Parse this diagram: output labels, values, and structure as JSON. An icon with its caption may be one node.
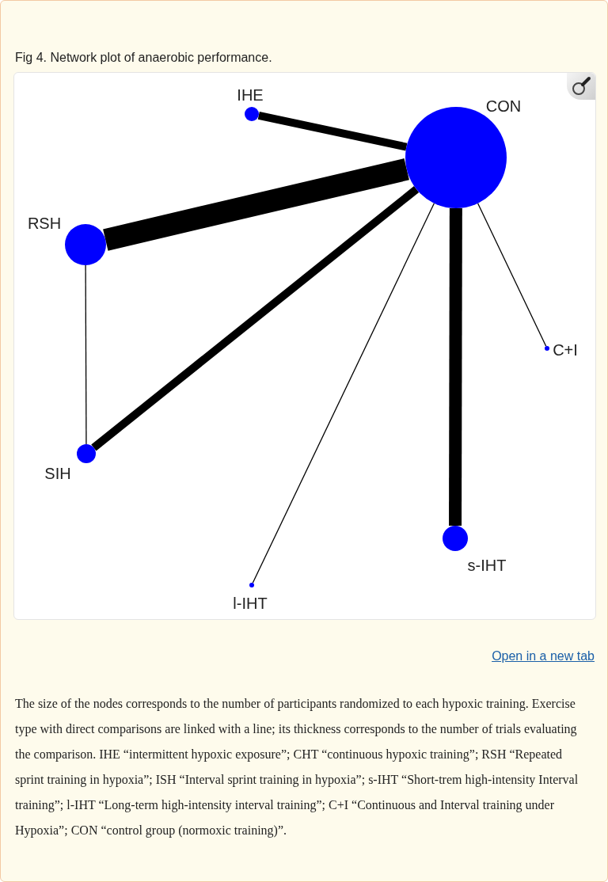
{
  "diagram": {
    "title": "Fig 4. Network plot of anaerobic performance.",
    "caption": "The size of the nodes corresponds to the number of participants randomized to each hypoxic training. Exercise type with direct comparisons are linked with a line; its thickness corresponds to the number of trials evaluating the comparison. IHE “intermittent hypoxic exposure”; CHT “continuous hypoxic training”; RSH “Repeated sprint training in hypoxia”; ISH “Interval sprint training in hypoxia”; s-IHT “Short-trem high-intensity Interval training”; l-IHT “Long-term high-intensity interval training”; C+I “Continuous and Interval training under Hypoxia”; CON “control group (normoxic training)”.",
    "nodes": [
      {
        "text": [
          "IHE"
        ]
      },
      {
        "text": [
          "CON"
        ]
      },
      {
        "text": [
          "RSH"
        ]
      },
      {
        "text": [
          "C+I"
        ]
      },
      {
        "text": [
          "SIH"
        ]
      },
      {
        "text": [
          "s-IHT"
        ]
      },
      {
        "text": [
          "l-IHT"
        ]
      }
    ],
    "edges": [
      {
        "from": 0,
        "to": 1,
        "arrow": "none"
      },
      {
        "from": 2,
        "to": 1,
        "arrow": "none",
        "style": "thick"
      },
      {
        "from": 2,
        "to": 4,
        "arrow": "none"
      },
      {
        "from": 4,
        "to": 1,
        "arrow": "none"
      },
      {
        "from": 1,
        "to": 6,
        "arrow": "none"
      },
      {
        "from": 1,
        "to": 5,
        "arrow": "none"
      },
      {
        "from": 1,
        "to": 3,
        "arrow": "none"
      }
    ],
    "labels": [
      "Open in a new tab"
    ]
  }
}
